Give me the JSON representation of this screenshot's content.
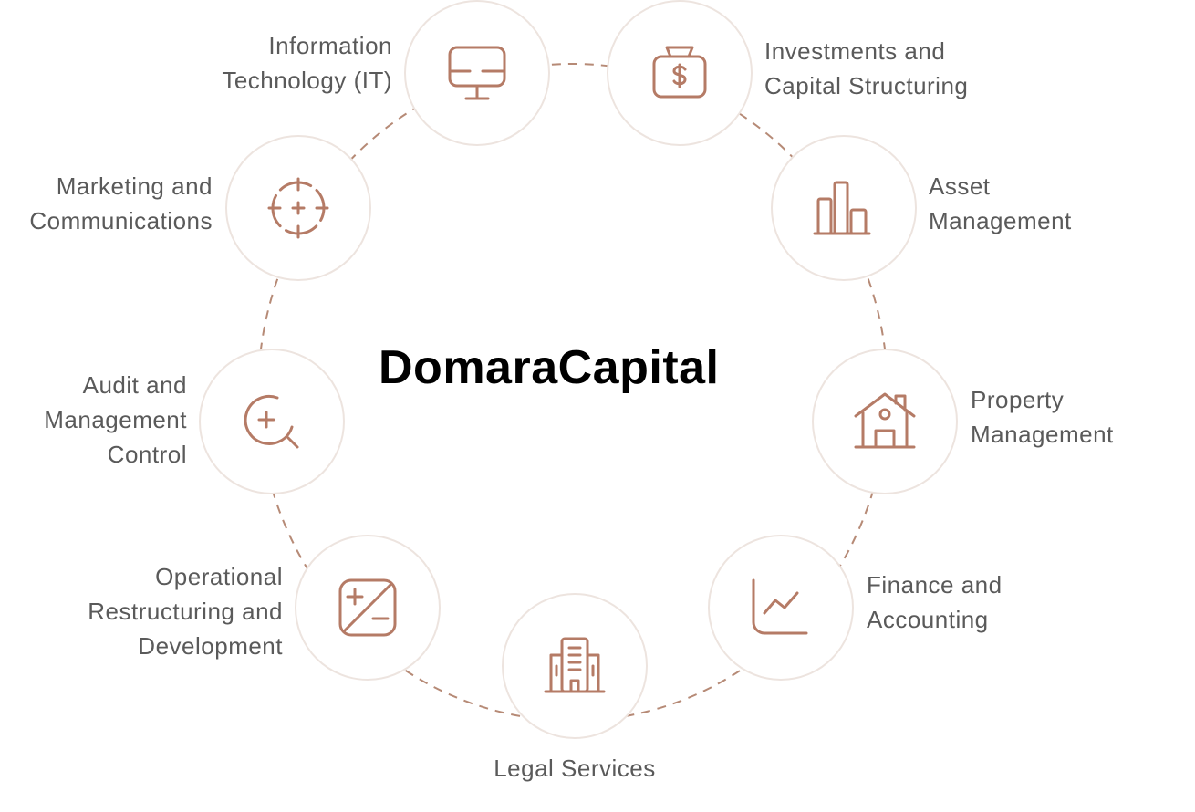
{
  "brand": "DomaraCapital",
  "colors": {
    "icon": "#b57b66",
    "ring_border": "#ede4df",
    "dash": "#b68a76",
    "label": "#5a5a5a",
    "brand": "#000000"
  },
  "services": [
    {
      "id": "it",
      "icon": "monitor-icon",
      "lines": [
        "Information",
        "Technology (IT)"
      ]
    },
    {
      "id": "investments",
      "icon": "money-bag-icon",
      "lines": [
        "Investments and",
        "Capital Structuring"
      ]
    },
    {
      "id": "asset",
      "icon": "bar-chart-icon",
      "lines": [
        "Asset",
        "Management"
      ]
    },
    {
      "id": "property",
      "icon": "house-icon",
      "lines": [
        "Property",
        "Management"
      ]
    },
    {
      "id": "finance",
      "icon": "line-chart-icon",
      "lines": [
        "Finance and",
        "Accounting"
      ]
    },
    {
      "id": "legal",
      "icon": "building-icon",
      "lines": [
        "Legal Services"
      ]
    },
    {
      "id": "operational",
      "icon": "plus-minus-icon",
      "lines": [
        "Operational",
        "Restructuring and",
        "Development"
      ]
    },
    {
      "id": "audit",
      "icon": "zoom-in-icon",
      "lines": [
        "Audit and",
        "Management",
        "Control"
      ]
    },
    {
      "id": "marketing",
      "icon": "target-icon",
      "lines": [
        "Marketing and",
        "Communications"
      ]
    }
  ]
}
